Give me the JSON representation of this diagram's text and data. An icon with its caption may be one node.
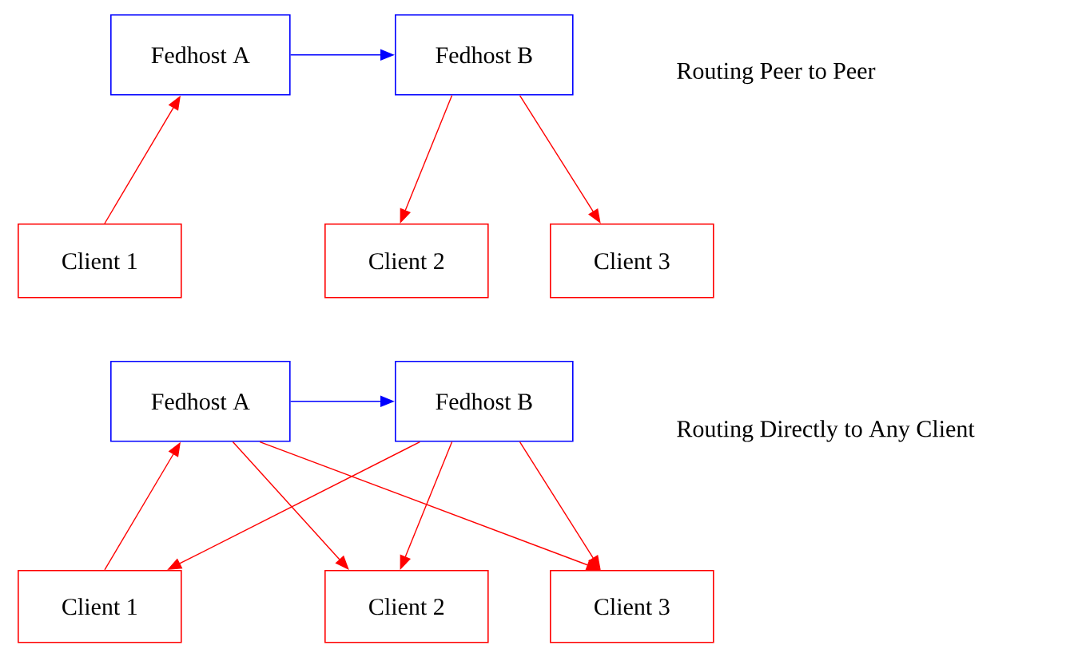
{
  "diagram": {
    "nodes": [
      {
        "text": [
          "Fedhost A"
        ]
      },
      {
        "text": [
          "Fedhost B"
        ]
      },
      {
        "text": [
          "Client 1"
        ]
      },
      {
        "text": [
          "Client 2"
        ]
      },
      {
        "text": [
          "Client 3"
        ]
      },
      {
        "text": [
          "Fedhost A"
        ]
      },
      {
        "text": [
          "Fedhost B"
        ]
      },
      {
        "text": [
          "Client 1"
        ]
      },
      {
        "text": [
          "Client 2"
        ]
      },
      {
        "text": [
          "Client 3"
        ]
      }
    ],
    "edges": [
      {
        "from": 0,
        "to": 1,
        "arrow": "to",
        "color": "#0000ff"
      },
      {
        "from": 2,
        "to": 0,
        "arrow": "to"
      },
      {
        "from": 1,
        "to": 3,
        "arrow": "to"
      },
      {
        "from": 1,
        "to": 4,
        "arrow": "to"
      },
      {
        "from": 5,
        "to": 6,
        "arrow": "to",
        "color": "#0000ff"
      },
      {
        "from": 7,
        "to": 5,
        "arrow": "to"
      },
      {
        "from": 6,
        "to": 7,
        "arrow": "to"
      },
      {
        "from": 5,
        "to": 8,
        "arrow": "to"
      },
      {
        "from": 5,
        "to": 9,
        "arrow": "to"
      },
      {
        "from": 6,
        "to": 8,
        "arrow": "to"
      },
      {
        "from": 6,
        "to": 9,
        "arrow": "to"
      }
    ],
    "labels": [
      "Routing Peer to Peer",
      "Routing Directly to Any Client"
    ]
  }
}
